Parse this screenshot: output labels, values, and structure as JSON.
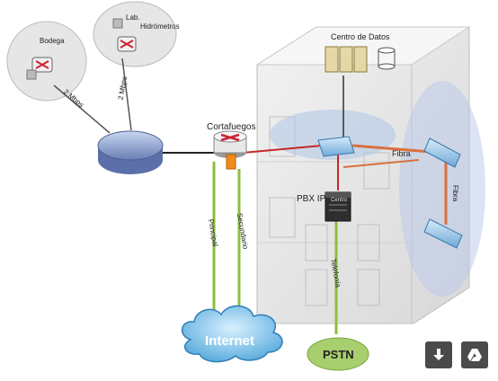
{
  "diagram": {
    "labels": {
      "bodega": "Bodega",
      "lab": "Lab.",
      "hidrometros": "Hidrómetros",
      "link_bodega": "2 Mbps",
      "link_lab": "2 Mbps",
      "cortafuegos": "Cortafuegos",
      "centro_datos": "Centro de Datos",
      "pbx": "PBX IP",
      "centro_small": "Centro",
      "fibra_h": "Fibra",
      "fibra_v": "Fibra",
      "principal": "Principal",
      "secundario": "Secundario",
      "telefonia": "Telefonía",
      "internet": "Internet",
      "pstn": "PSTN"
    },
    "colors": {
      "green_link": "#8bbf3f",
      "fiber": "#d9703f",
      "wan_line": "#222222",
      "ellipse": "#aec7e8",
      "building": "#e9e9e9"
    }
  },
  "toolbar": {
    "download_icon": "download-arrow",
    "drive_icon": "drive-triangle"
  }
}
